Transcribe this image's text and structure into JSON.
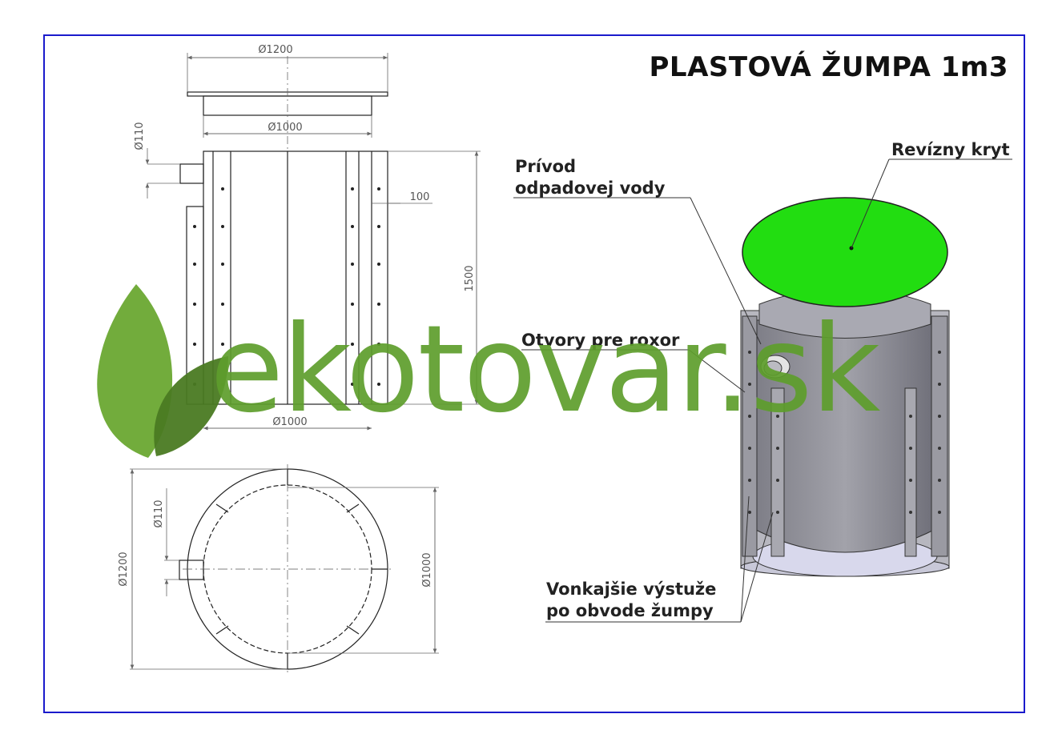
{
  "title": "PLASTOVÁ ŽUMPA 1m3",
  "watermark": "ekotovar.sk",
  "dimensions": {
    "top_diameter": "Ø1200",
    "neck_diameter": "Ø1000",
    "pipe_diameter": "Ø110",
    "rib_width": "100",
    "height": "1500",
    "bottom_diameter": "Ø1000",
    "plan_outer": "Ø1200",
    "plan_pipe": "Ø110",
    "plan_inner": "Ø1000"
  },
  "callouts": {
    "inlet_line1": "Prívod",
    "inlet_line2": "odpadovej vody",
    "cover": "Revízny kryt",
    "holes": "Otvory pre roxor",
    "ribs_line1": "Vonkajšie výstuže",
    "ribs_line2": "po obvode žumpy"
  },
  "colors": {
    "frame": "#1a1acc",
    "lid": "#22dd11",
    "tank": "#8a8a92",
    "logo_green": "#5e9e2c",
    "logo_dark": "#4a7a22"
  }
}
